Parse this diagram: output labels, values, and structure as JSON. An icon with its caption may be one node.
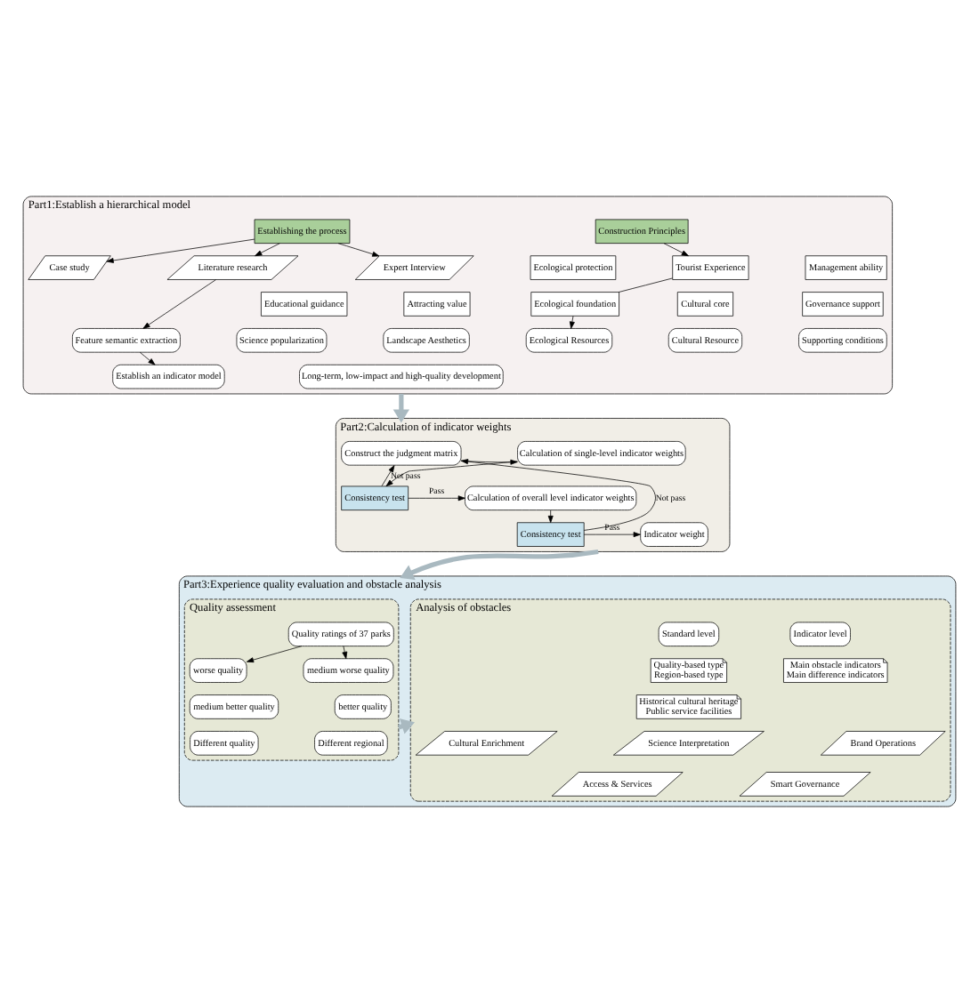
{
  "diagram": {
    "nodes": [
      {
        "text": [
          "Part1:Establish a hierarchical model"
        ]
      },
      {
        "text": [
          "Establishing the process"
        ],
        "in": 0
      },
      {
        "text": [
          "Case study"
        ],
        "in": 0
      },
      {
        "text": [
          "Literature research"
        ],
        "in": 0
      },
      {
        "text": [
          "Expert Interview"
        ],
        "in": 0
      },
      {
        "text": [
          "Feature semantic extraction"
        ],
        "in": 0
      },
      {
        "text": [
          "Establish an indicator model"
        ],
        "in": 0
      },
      {
        "text": [
          "Construction Principles"
        ],
        "in": 0
      },
      {
        "text": [
          "Ecological protection"
        ],
        "in": 0
      },
      {
        "text": [
          "Tourist Experience"
        ],
        "in": 0
      },
      {
        "text": [
          "Management ability"
        ],
        "in": 0
      },
      {
        "text": [
          "Educational guidance"
        ],
        "in": 0
      },
      {
        "text": [
          "Attracting value"
        ],
        "in": 0
      },
      {
        "text": [
          "Ecological foundation"
        ],
        "in": 0
      },
      {
        "text": [
          "Cultural core"
        ],
        "in": 0
      },
      {
        "text": [
          "Governance support"
        ],
        "in": 0
      },
      {
        "text": [
          "Science popularization"
        ],
        "in": 0
      },
      {
        "text": [
          "Landscape Aesthetics"
        ],
        "in": 0
      },
      {
        "text": [
          "Ecological Resources"
        ],
        "in": 0
      },
      {
        "text": [
          "Cultural Resource"
        ],
        "in": 0
      },
      {
        "text": [
          "Supporting conditions"
        ],
        "in": 0
      },
      {
        "text": [
          "Long-term, low-impact and high-quality development"
        ],
        "in": 0
      },
      {
        "text": [
          "Part2:Calculation of indicator weights"
        ]
      },
      {
        "text": [
          "Construct the judgment matrix"
        ],
        "in": 22
      },
      {
        "text": [
          "Calculation of single-level indicator weights"
        ],
        "in": 22
      },
      {
        "text": [
          "Consistency test"
        ],
        "in": 22
      },
      {
        "text": [
          "Calculation of overall level indicator weights"
        ],
        "in": 22
      },
      {
        "text": [
          "Consistency test"
        ],
        "in": 22
      },
      {
        "text": [
          "Indicator weight"
        ],
        "in": 22
      },
      {
        "text": [
          "Part3:Experience quality evaluation and obstacle analysis"
        ]
      },
      {
        "text": [
          "Quality assessment"
        ],
        "in": 29
      },
      {
        "text": [
          "Quality ratings of 37 parks"
        ],
        "in": 30
      },
      {
        "text": [
          "worse quality"
        ],
        "in": 30
      },
      {
        "text": [
          "medium worse quality"
        ],
        "in": 30
      },
      {
        "text": [
          "medium better quality"
        ],
        "in": 30
      },
      {
        "text": [
          "better quality"
        ],
        "in": 30
      },
      {
        "text": [
          "Different quality"
        ],
        "in": 30
      },
      {
        "text": [
          "Different regional"
        ],
        "in": 30
      },
      {
        "text": [
          "Analysis of obstacles"
        ],
        "in": 29
      },
      {
        "text": [
          "Standard level"
        ],
        "in": 38
      },
      {
        "text": [
          "Indicator level"
        ],
        "in": 38
      },
      {
        "text": [
          "Quality-based type",
          "Region-based type"
        ],
        "in": 38
      },
      {
        "text": [
          "Historical cultural heritage",
          "Public service facilities"
        ],
        "in": 38
      },
      {
        "text": [
          "Main obstacle indicators",
          "Main difference indicators"
        ],
        "in": 38
      },
      {
        "text": [
          "Cultural Enrichment"
        ],
        "in": 38
      },
      {
        "text": [
          "Science Interpretation"
        ],
        "in": 38
      },
      {
        "text": [
          "Brand Operations"
        ],
        "in": 38
      },
      {
        "text": [
          "Access & Services"
        ],
        "in": 38
      },
      {
        "text": [
          "Smart Governance"
        ],
        "in": 38
      }
    ],
    "edges": [
      {
        "from": 1,
        "to": 2,
        "arrow": "to"
      },
      {
        "from": 1,
        "to": 3,
        "arrow": "to"
      },
      {
        "from": 1,
        "to": 4,
        "arrow": "to"
      },
      {
        "from": 3,
        "to": 5,
        "arrow": "to"
      },
      {
        "from": 5,
        "to": 6,
        "arrow": "to"
      },
      {
        "from": 7,
        "to": 9,
        "arrow": "to"
      },
      {
        "from": 9,
        "to": 13,
        "arrow": "none"
      },
      {
        "from": 13,
        "to": 18,
        "arrow": "to"
      },
      {
        "from": 0,
        "to": 22,
        "arrow": "to",
        "style": "thick",
        "color": "#a9b9c0"
      },
      {
        "from": 23,
        "to": 24,
        "arrow": "to"
      },
      {
        "from": 24,
        "to": 25,
        "arrow": "to"
      },
      {
        "from": 25,
        "to": 23,
        "label": "Not pass",
        "arrow": "to"
      },
      {
        "from": 25,
        "to": 26,
        "label": "Pass",
        "arrow": "to"
      },
      {
        "from": 26,
        "to": 27,
        "arrow": "to"
      },
      {
        "from": 27,
        "to": 23,
        "label": "Not pass",
        "arrow": "to"
      },
      {
        "from": 27,
        "to": 28,
        "label": "Pass",
        "arrow": "to"
      },
      {
        "from": 22,
        "to": 29,
        "arrow": "to",
        "style": "thick",
        "color": "#a9b9c0"
      },
      {
        "from": 31,
        "to": 32,
        "arrow": "to"
      },
      {
        "from": 31,
        "to": 33,
        "arrow": "to"
      },
      {
        "from": 30,
        "to": 38,
        "arrow": "to",
        "style": "thick",
        "color": "#a9b9c0"
      }
    ]
  }
}
